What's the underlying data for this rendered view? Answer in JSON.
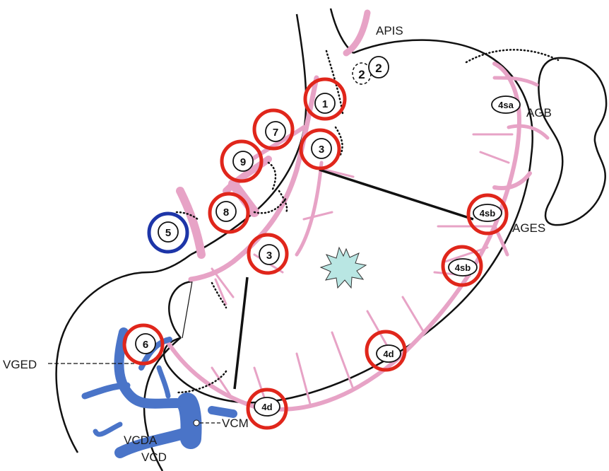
{
  "labels": {
    "apis": "APIS",
    "agb": "AGB",
    "ages": "AGES",
    "vged": "VGED",
    "vcm": "VCM",
    "vcda": "VCDA",
    "vcd": "VCD"
  },
  "nodes": {
    "n1": "1",
    "n2a": "2",
    "n2b": "2",
    "n3_upper": "3",
    "n3_lower": "3",
    "n4sa": "4sa",
    "n4sb_upper": "4sb",
    "n4sb_lower": "4sb",
    "n4d_right": "4d",
    "n4d_bottom": "4d",
    "n5": "5",
    "n6": "6",
    "n7": "7",
    "n8": "8",
    "n9": "9"
  },
  "colors": {
    "artery": "#e7a3c6",
    "artery_stroke": "#c97aa3",
    "vein": "#4a74c8",
    "vein_stroke": "#2e58ad",
    "highlight_red": "#e0261b",
    "highlight_blue": "#1d35a8",
    "lesion": "#b9e6e3",
    "outline": "#111111"
  },
  "icons": {
    "lesion": "starburst-lesion-icon"
  }
}
